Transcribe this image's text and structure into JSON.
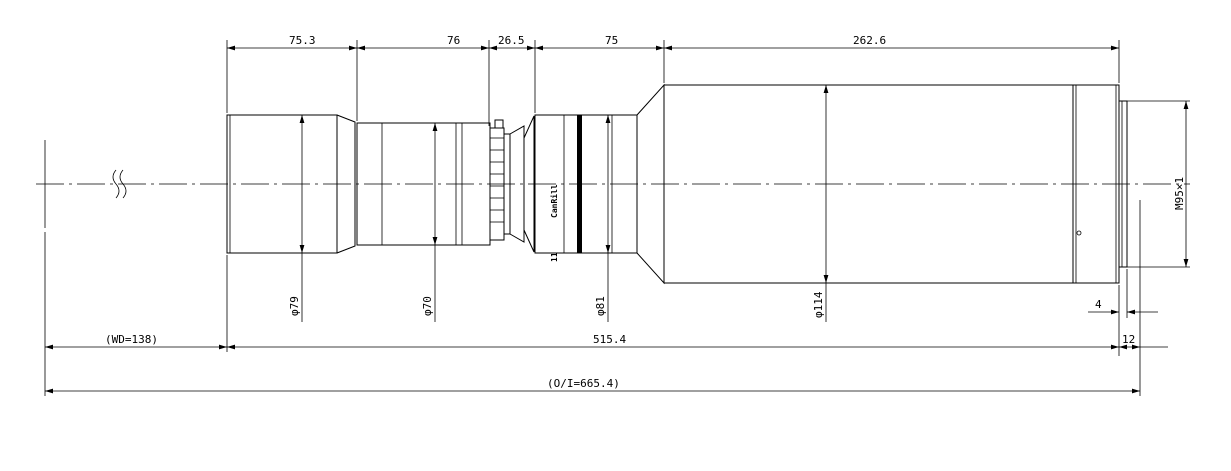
{
  "dimensions": {
    "top": {
      "d1": "75.3",
      "d2": "76",
      "d3": "26.5",
      "d4": "75",
      "d5": "262.6"
    },
    "diameters": {
      "d79": "φ79",
      "d70": "φ70",
      "d81": "φ81",
      "d114": "φ114"
    },
    "thread": "M95×1",
    "small": {
      "four": "4",
      "twelve": "12"
    },
    "bottom": {
      "wd": "(WD=138)",
      "length": "515.4",
      "oi": "(O/I=665.4)"
    }
  },
  "engraving": {
    "text": "CanRill",
    "side": "11"
  }
}
